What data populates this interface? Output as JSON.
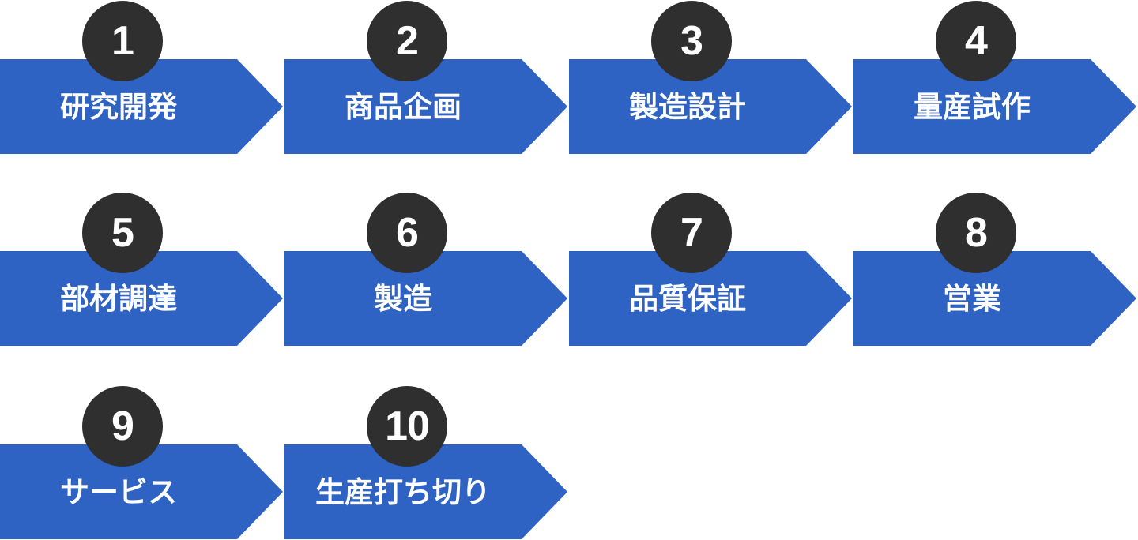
{
  "palette": {
    "arrow_blue": "#2E62C3",
    "badge_dark": "#2F2F2F",
    "text_white": "#FFFFFF",
    "background": "#FFFFFF"
  },
  "process": {
    "rows": [
      4,
      4,
      2
    ],
    "steps": [
      {
        "number": "1",
        "label": "研究開発"
      },
      {
        "number": "2",
        "label": "商品企画"
      },
      {
        "number": "3",
        "label": "製造設計"
      },
      {
        "number": "4",
        "label": "量産試作"
      },
      {
        "number": "5",
        "label": "部材調達"
      },
      {
        "number": "6",
        "label": "製造"
      },
      {
        "number": "7",
        "label": "品質保証"
      },
      {
        "number": "8",
        "label": "営業"
      },
      {
        "number": "9",
        "label": "サービス"
      },
      {
        "number": "10",
        "label": "生産打ち切り"
      }
    ]
  }
}
